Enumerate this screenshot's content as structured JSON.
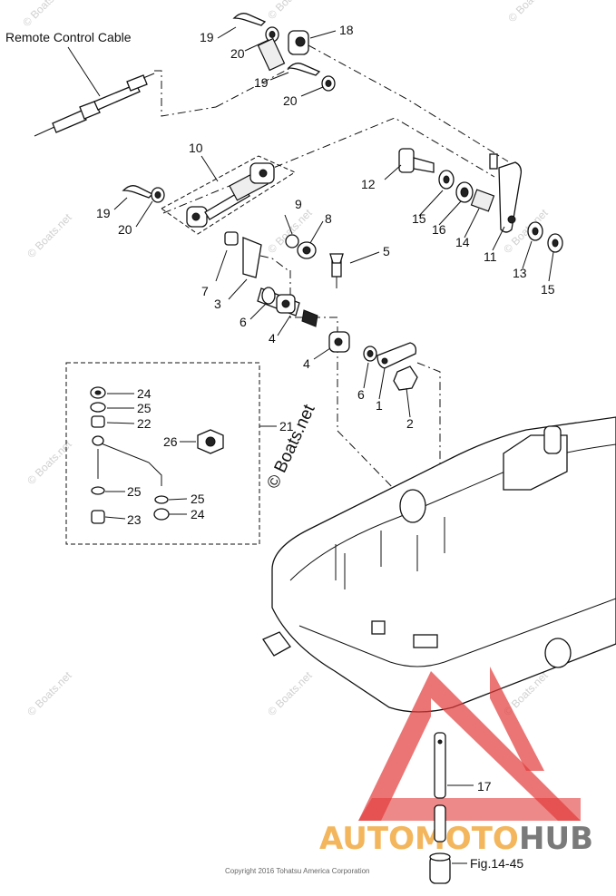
{
  "diagram": {
    "title": "Remote Control Cable",
    "copyright": "Copyright 2016 Tohatsu America Corporation",
    "figure_ref": "Fig.14-45",
    "watermark_text": "© Boats.net",
    "brand": {
      "part1": "AUTOMOTO",
      "part2": "HUB",
      "color_primary": "#f3b65c",
      "color_secondary": "#7a7a7a",
      "triangle_color": "#e23b3b"
    },
    "labels": {
      "p1": "1",
      "p2": "2",
      "p3": "3",
      "p4a": "4",
      "p4b": "4",
      "p5": "5",
      "p6a": "6",
      "p6b": "6",
      "p7": "7",
      "p8": "8",
      "p9": "9",
      "p10": "10",
      "p11": "11",
      "p12": "12",
      "p13": "13",
      "p14": "14",
      "p15a": "15",
      "p15b": "15",
      "p16": "16",
      "p17": "17",
      "p18": "18",
      "p19a": "19",
      "p19b": "19",
      "p19c": "19",
      "p20a": "20",
      "p20b": "20",
      "p20c": "20",
      "p21": "21",
      "p22": "22",
      "p23": "23",
      "p24a": "24",
      "p24b": "24",
      "p25a": "25",
      "p25b": "25",
      "p25c": "25",
      "p26": "26"
    }
  }
}
